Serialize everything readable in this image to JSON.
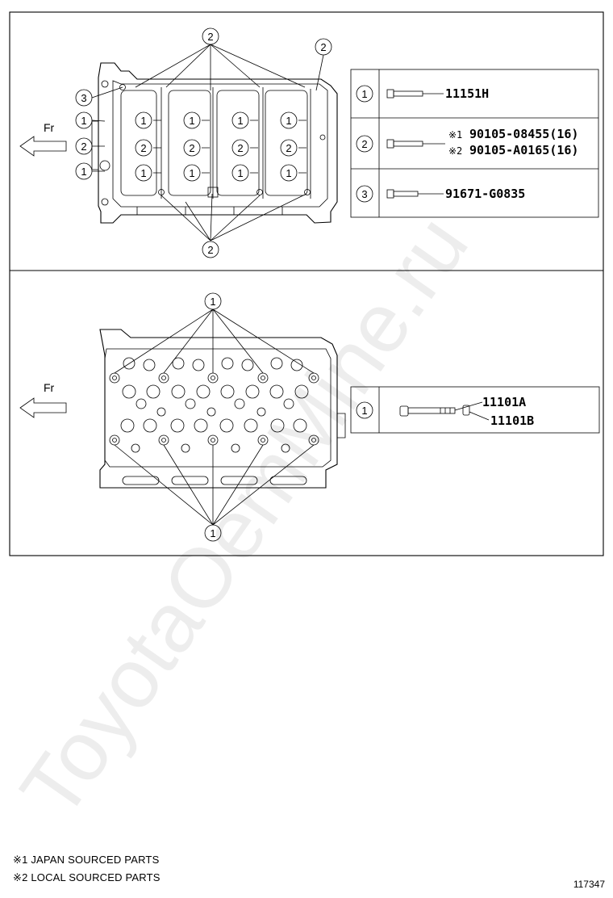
{
  "watermark": "ToyotaOemMine.ru",
  "direction_label": "Fr",
  "panel_top": {
    "callouts": [
      "1",
      "2",
      "3"
    ],
    "legend": [
      {
        "key": "1",
        "lines": [
          {
            "prefix": "",
            "part": "11151H"
          }
        ]
      },
      {
        "key": "2",
        "lines": [
          {
            "prefix": "※1",
            "part": "90105-08455(16)"
          },
          {
            "prefix": "※2",
            "part": "90105-A0165(16)"
          }
        ]
      },
      {
        "key": "3",
        "lines": [
          {
            "prefix": "",
            "part": "91671-G0835"
          }
        ]
      }
    ]
  },
  "panel_bottom": {
    "callouts": [
      "1"
    ],
    "legend": [
      {
        "key": "1",
        "parts": [
          "11101A",
          "11101B"
        ]
      }
    ]
  },
  "footnotes": [
    "※1 JAPAN SOURCED PARTS",
    "※2 LOCAL SOURCED PARTS"
  ],
  "figure_number": "117347"
}
